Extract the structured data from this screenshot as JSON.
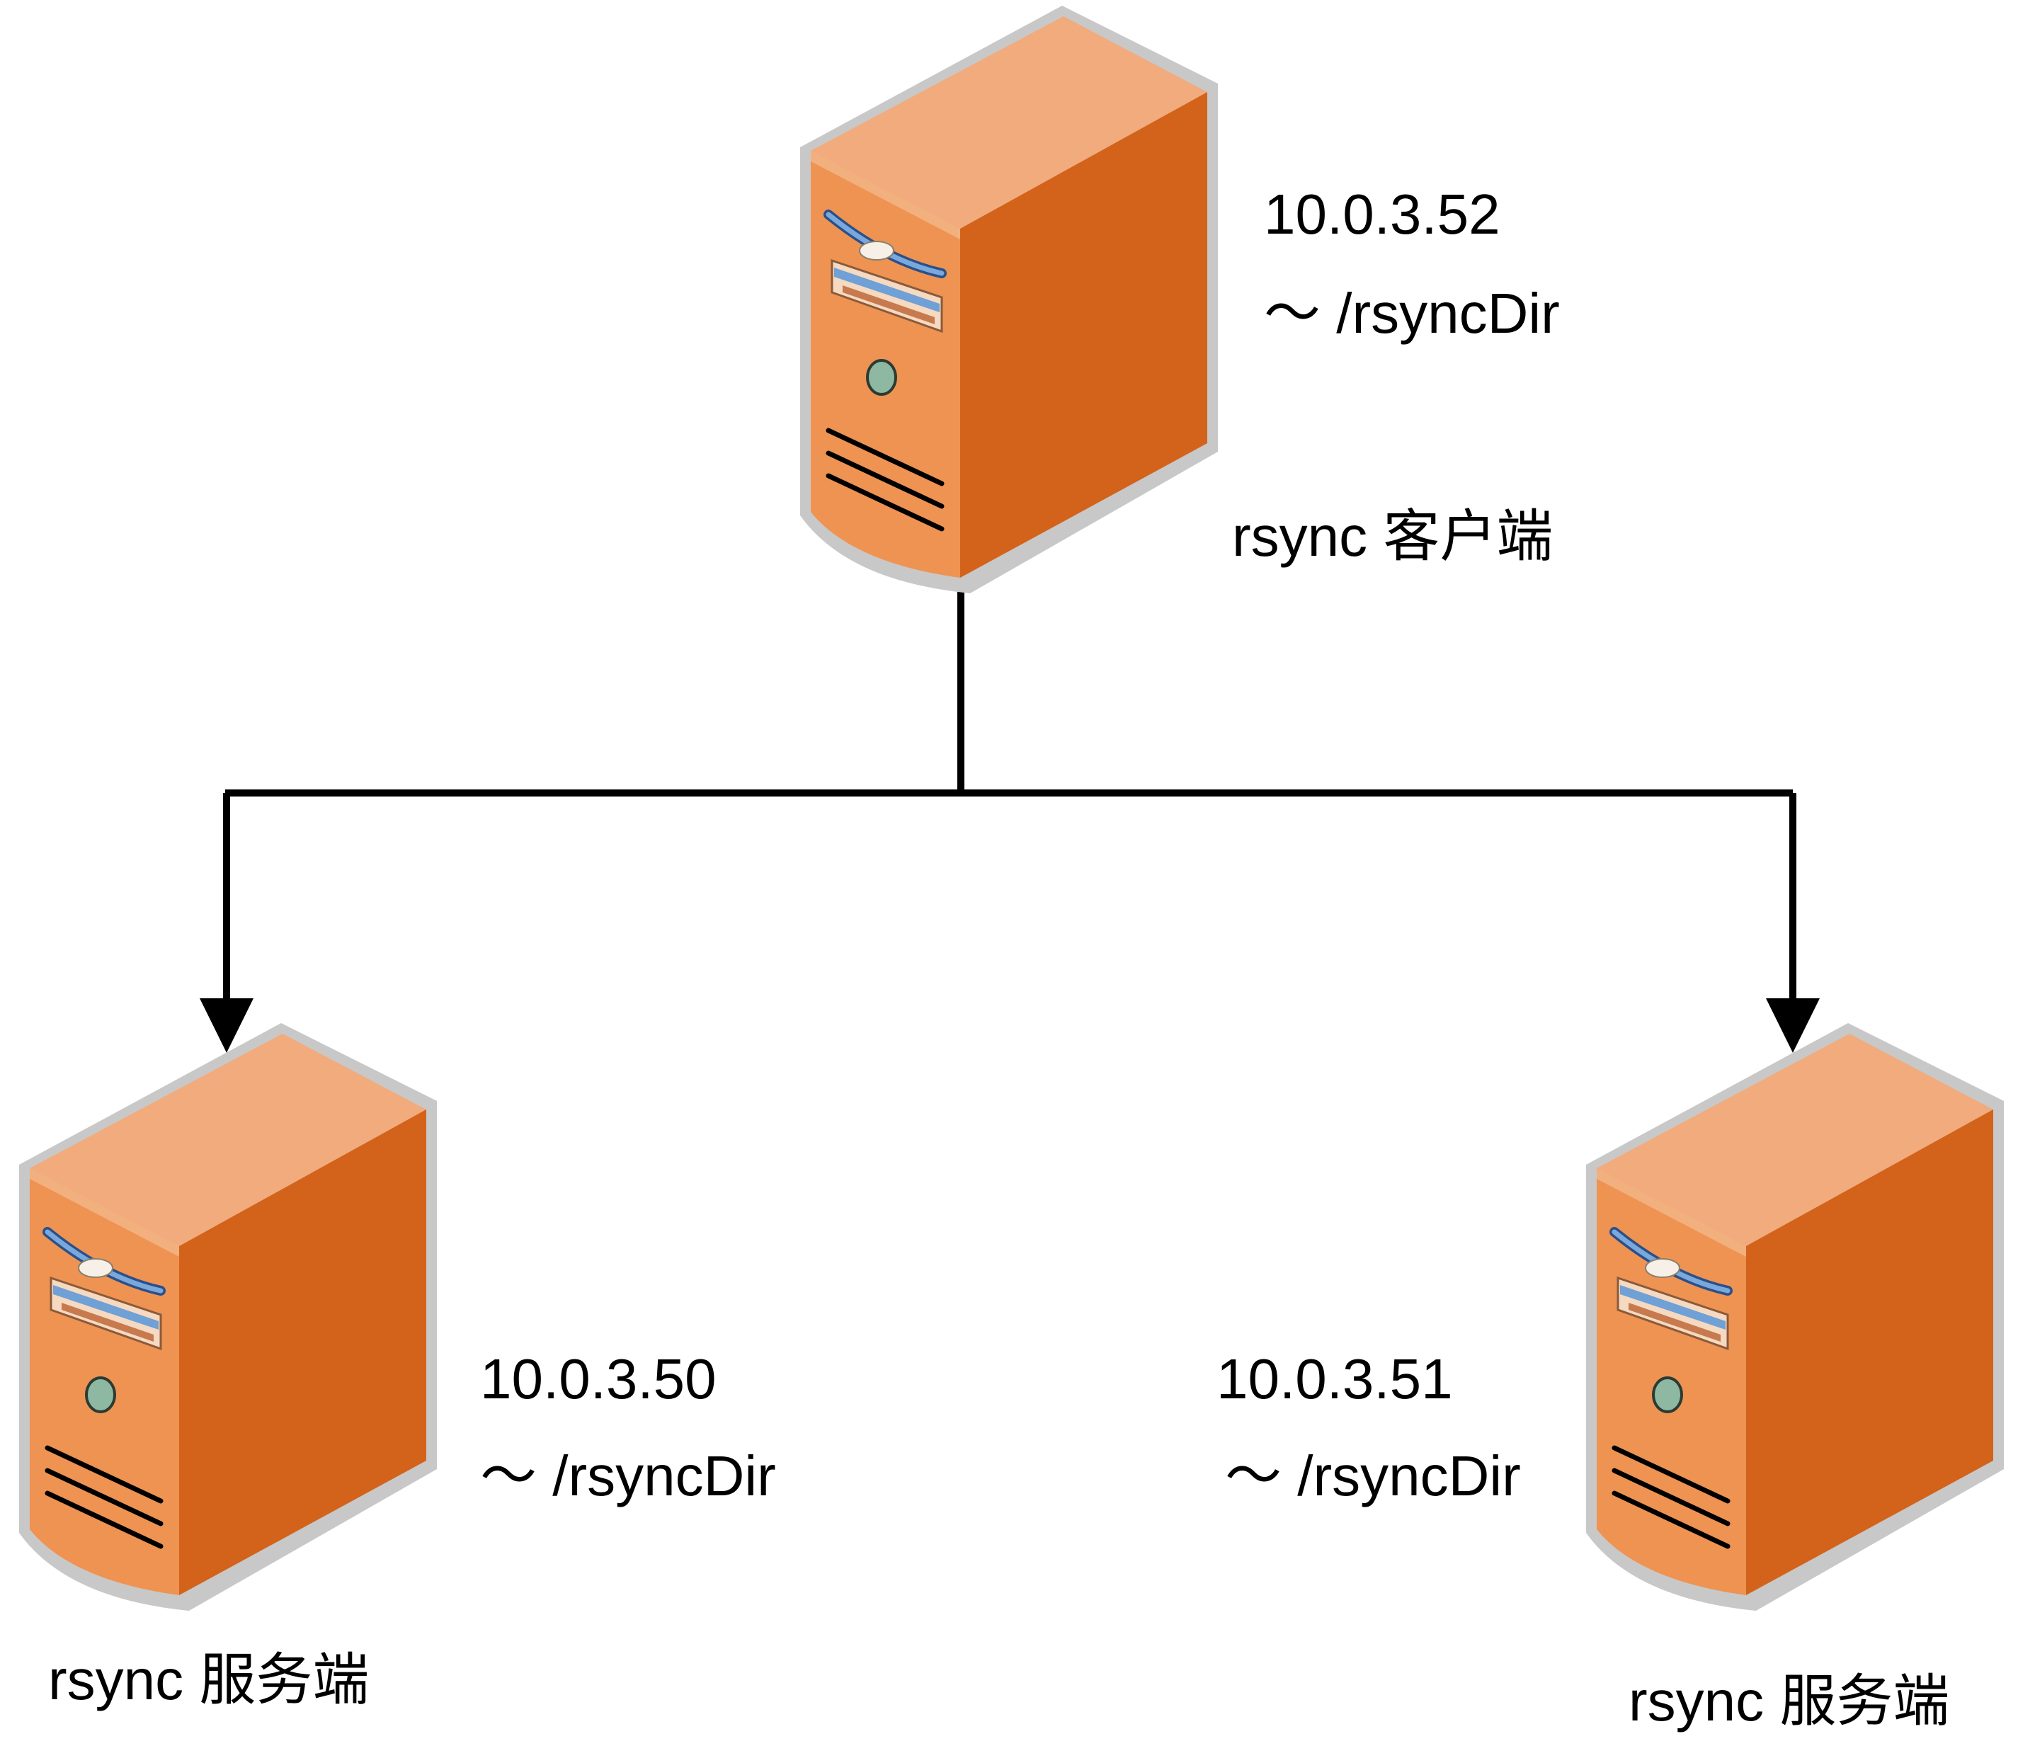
{
  "colors": {
    "chassis_border": "#c8c8c8",
    "front_face": "#ef9352",
    "top_face": "#f2ab7c",
    "side_face": "#d3621a",
    "drive_slot": "#6fa0d6",
    "power_led": "#8fb8a2",
    "connector": "#000000",
    "background": "#ffffff"
  },
  "client": {
    "ip": "10.0.3.52",
    "dir": "～ /rsyncDir",
    "role": "rsync 客户端",
    "icon": "server-icon"
  },
  "servers": [
    {
      "ip": "10.0.3.50",
      "dir": "～ /rsyncDir",
      "role": "rsync 服务端",
      "icon": "server-icon"
    },
    {
      "ip": "10.0.3.51",
      "dir": "～ /rsyncDir",
      "role": "rsync 服务端",
      "icon": "server-icon"
    }
  ]
}
